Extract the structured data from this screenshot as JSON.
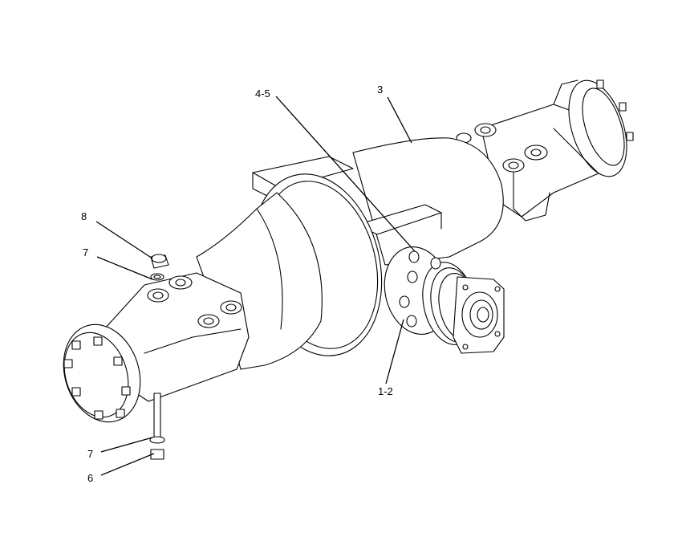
{
  "diagram": {
    "callouts": [
      {
        "id": "c3",
        "label": "3"
      },
      {
        "id": "c45",
        "label": "4-5"
      },
      {
        "id": "c8",
        "label": "8"
      },
      {
        "id": "c7a",
        "label": "7"
      },
      {
        "id": "c12",
        "label": "1-2"
      },
      {
        "id": "c7b",
        "label": "7"
      },
      {
        "id": "c6",
        "label": "6"
      }
    ],
    "colors": {
      "line": "#000000",
      "background": "#ffffff"
    }
  }
}
